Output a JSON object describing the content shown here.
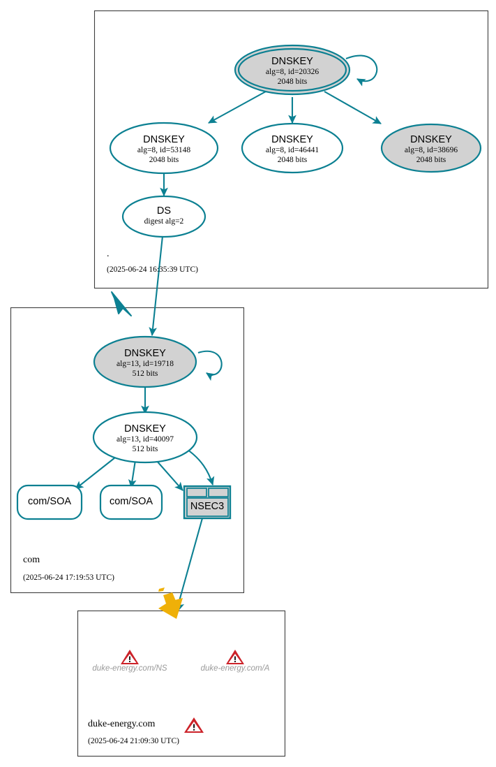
{
  "diagram": {
    "type": "dnssec-authentication-chain",
    "colors": {
      "edge": "#0c8092",
      "node_stroke": "#0c8092",
      "node_fill_secure": "#d2d2d2",
      "zone_border": "#3d3d3d",
      "bolt_insecure": "#efb008",
      "warning_red": "#cc2229",
      "ghost_text": "#9a9a9a"
    }
  },
  "zones": [
    {
      "id": "root",
      "name": ".",
      "timestamp": "(2025-06-24 16:35:39 UTC)",
      "nodes": [
        {
          "id": "ksk-20326",
          "kind": "DNSKEY",
          "title": "DNSKEY",
          "params": "alg=8, id=20326",
          "size": "2048 bits",
          "trust_anchor": true,
          "shaded": true
        },
        {
          "id": "zsk-53148",
          "kind": "DNSKEY",
          "title": "DNSKEY",
          "params": "alg=8, id=53148",
          "size": "2048 bits",
          "trust_anchor": false,
          "shaded": false
        },
        {
          "id": "zsk-46441",
          "kind": "DNSKEY",
          "title": "DNSKEY",
          "params": "alg=8, id=46441",
          "size": "2048 bits",
          "trust_anchor": false,
          "shaded": false
        },
        {
          "id": "zsk-38696",
          "kind": "DNSKEY",
          "title": "DNSKEY",
          "params": "alg=8, id=38696",
          "size": "2048 bits",
          "trust_anchor": false,
          "shaded": true
        },
        {
          "id": "ds-com",
          "kind": "DS",
          "title": "DS",
          "params": "digest alg=2",
          "size": "",
          "trust_anchor": false,
          "shaded": false
        }
      ]
    },
    {
      "id": "com",
      "name": "com",
      "timestamp": "(2025-06-24 17:19:53 UTC)",
      "nodes": [
        {
          "id": "ksk-19718",
          "kind": "DNSKEY",
          "title": "DNSKEY",
          "params": "alg=13, id=19718",
          "size": "512 bits",
          "trust_anchor": false,
          "shaded": true
        },
        {
          "id": "zsk-40097",
          "kind": "DNSKEY",
          "title": "DNSKEY",
          "params": "alg=13, id=40097",
          "size": "512 bits",
          "trust_anchor": false,
          "shaded": false
        },
        {
          "id": "soa-1",
          "kind": "RRSET",
          "title": "com/SOA"
        },
        {
          "id": "soa-2",
          "kind": "RRSET",
          "title": "com/SOA"
        },
        {
          "id": "nsec3",
          "kind": "NSEC3",
          "title": "NSEC3"
        }
      ]
    },
    {
      "id": "duke-energy",
      "name": "duke-energy.com",
      "timestamp": "(2025-06-24 21:09:30 UTC)",
      "zone_status": "warning",
      "nodes": [
        {
          "id": "ns-rrset",
          "kind": "GHOST",
          "title": "duke-energy.com/NS",
          "status": "warning"
        },
        {
          "id": "a-rrset",
          "kind": "GHOST",
          "title": "duke-energy.com/A",
          "status": "warning"
        }
      ]
    }
  ],
  "edges": [
    {
      "from": "ksk-20326",
      "to": "ksk-20326",
      "kind": "self-sign"
    },
    {
      "from": "ksk-20326",
      "to": "zsk-53148",
      "kind": "sign"
    },
    {
      "from": "ksk-20326",
      "to": "zsk-46441",
      "kind": "sign"
    },
    {
      "from": "ksk-20326",
      "to": "zsk-38696",
      "kind": "sign"
    },
    {
      "from": "zsk-53148",
      "to": "ds-com",
      "kind": "sign"
    },
    {
      "from": "ds-com",
      "to": "ksk-19718",
      "kind": "delegation-secure"
    },
    {
      "from": "ksk-19718",
      "to": "ksk-19718",
      "kind": "self-sign"
    },
    {
      "from": "ksk-19718",
      "to": "zsk-40097",
      "kind": "sign"
    },
    {
      "from": "zsk-40097",
      "to": "soa-1",
      "kind": "sign"
    },
    {
      "from": "zsk-40097",
      "to": "soa-2",
      "kind": "sign"
    },
    {
      "from": "zsk-40097",
      "to": "nsec3",
      "kind": "sign"
    },
    {
      "from": "zsk-40097",
      "to": "nsec3",
      "kind": "sign"
    },
    {
      "from": "nsec3",
      "to": "duke-energy",
      "kind": "delegation-insecure"
    }
  ],
  "icons": {
    "warning": "warning-triangle-icon",
    "bolt": "lightning-bolt-icon"
  }
}
